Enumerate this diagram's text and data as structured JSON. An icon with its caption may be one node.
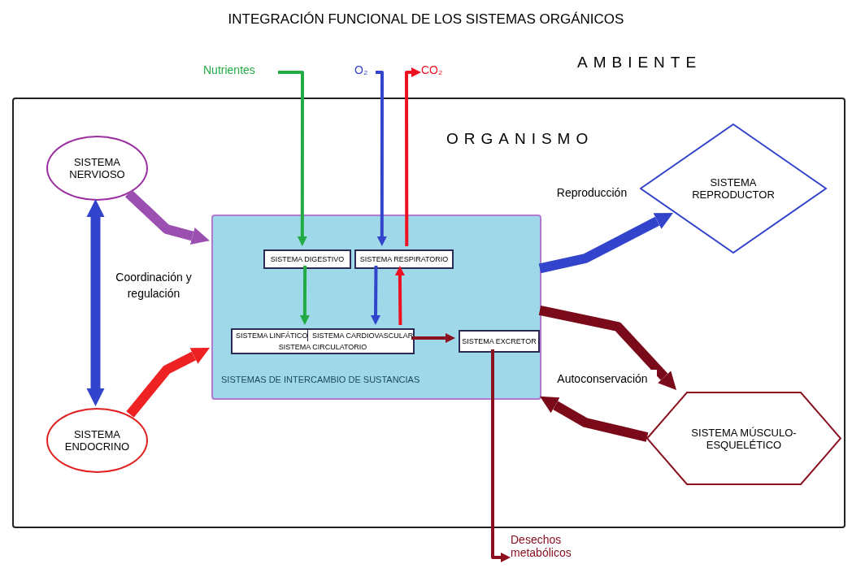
{
  "diagram": {
    "title": "INTEGRACIÓN FUNCIONAL DE LOS SISTEMAS ORGÁNICOS",
    "nodes": [
      {
        "text": [
          "ORGANISMO"
        ]
      },
      {
        "text": [
          "SISTEMA NERVIOSO"
        ],
        "in": 0
      },
      {
        "text": [
          "SISTEMA ENDOCRINO"
        ],
        "in": 0
      },
      {
        "text": [
          "SISTEMAS DE INTERCAMBIO DE SUSTANCIAS"
        ],
        "in": 0
      },
      {
        "text": [
          "SISTEMA DIGESTIVO"
        ],
        "in": 3
      },
      {
        "text": [
          "SISTEMA RESPIRATORIO"
        ],
        "in": 3
      },
      {
        "text": [
          "SISTEMA LINFÁTICO",
          "SISTEMA CARDIOVASCULAR",
          "SISTEMA CIRCULATORIO"
        ],
        "in": 3
      },
      {
        "text": [
          "SISTEMA EXCRETOR"
        ],
        "in": 3
      },
      {
        "text": [
          "SISTEMA REPRODUCTOR"
        ],
        "in": 0
      },
      {
        "text": [
          "SISTEMA MÚSCULO-ESQUELÉTICO"
        ],
        "in": 0
      },
      {
        "text": [
          "Nutrientes"
        ]
      },
      {
        "text": [
          "O₂"
        ]
      },
      {
        "text": [
          "CO₂"
        ]
      },
      {
        "text": [
          "Desechos metabólicos"
        ]
      }
    ],
    "edges": [
      {
        "from": 10,
        "to": 4,
        "arrow": "to",
        "color": "#22aa44"
      },
      {
        "from": 11,
        "to": 5,
        "arrow": "to",
        "color": "#3344cc"
      },
      {
        "from": 5,
        "to": 12,
        "arrow": "to",
        "color": "#ee1122"
      },
      {
        "from": 4,
        "to": 6,
        "arrow": "to",
        "color": "#22aa44"
      },
      {
        "from": 5,
        "to": 6,
        "arrow": "to",
        "color": "#3344cc"
      },
      {
        "from": 6,
        "to": 5,
        "arrow": "to",
        "color": "#ee1122"
      },
      {
        "from": 6,
        "to": 7,
        "arrow": "to",
        "color": "#8b1020"
      },
      {
        "from": 7,
        "to": 13,
        "arrow": "to",
        "color": "#8b1020"
      },
      {
        "from": 1,
        "to": 2,
        "arrow": "both",
        "style": "thick",
        "color": "#3344cc",
        "label": "Coordinación y regulación"
      },
      {
        "from": 1,
        "to": 3,
        "arrow": "to",
        "style": "thick",
        "color": "#9b4fb0"
      },
      {
        "from": 2,
        "to": 3,
        "arrow": "to",
        "style": "thick",
        "color": "#ee2222"
      },
      {
        "from": 3,
        "to": 8,
        "arrow": "to",
        "style": "thick",
        "color": "#3344cc",
        "label": "Reproducción"
      },
      {
        "from": 3,
        "to": 9,
        "arrow": "to",
        "style": "thick",
        "color": "#7a0a1a",
        "label": "Autoconservación"
      },
      {
        "from": 9,
        "to": 3,
        "arrow": "to",
        "style": "thick",
        "color": "#7a0a1a"
      }
    ],
    "labels": [
      "AMBIENTE"
    ]
  }
}
